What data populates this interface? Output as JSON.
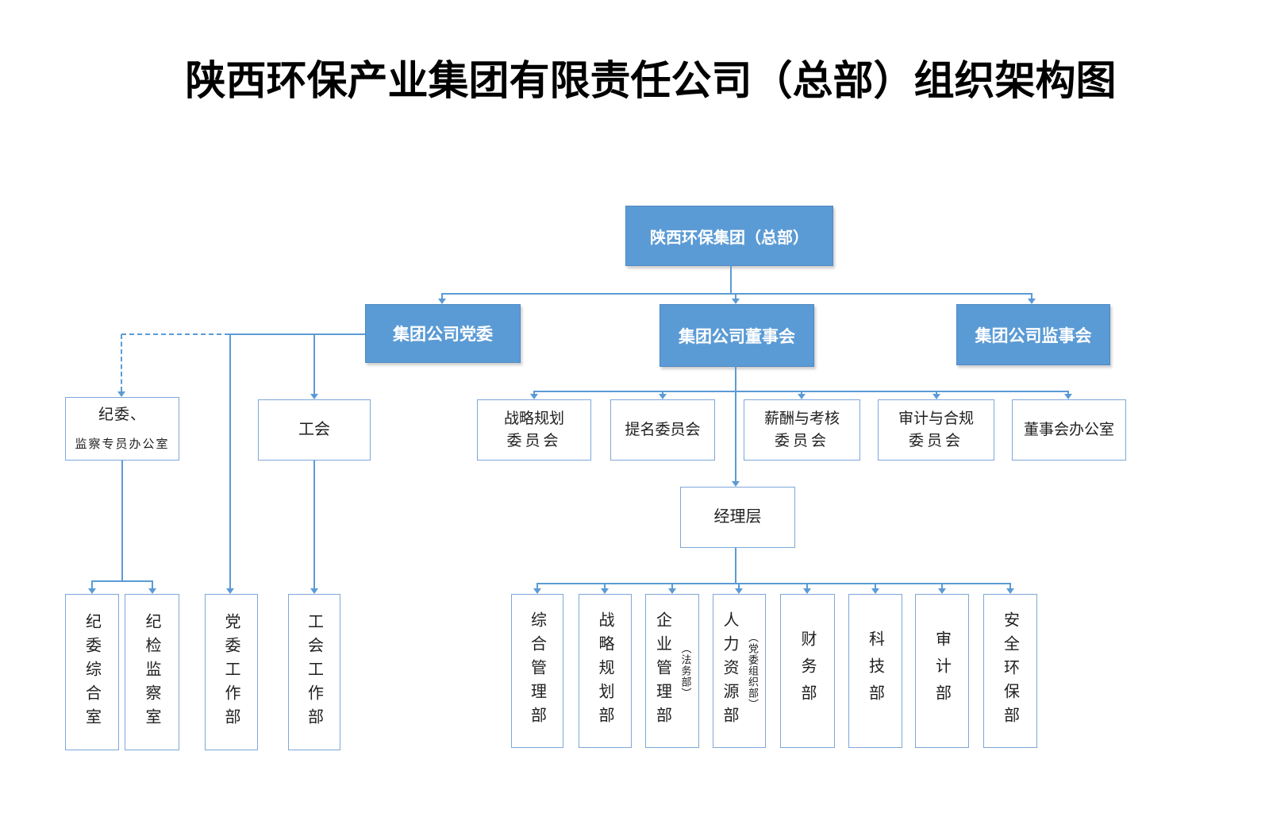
{
  "title": "陕西环保产业集团有限责任公司（总部）组织架构图",
  "colors": {
    "primary_blue": "#5b9bd5",
    "blue_box_border": "#4d89c3",
    "white_box_border": "#7ea7d8",
    "connector_line": "#5b9bd5",
    "text_dark": "#1f1f1f",
    "text_white": "#ffffff"
  },
  "org": {
    "root": {
      "label": "陕西环保集团（总部）"
    },
    "level2": [
      {
        "label": "集团公司党委"
      },
      {
        "label": "集团公司董事会"
      },
      {
        "label": "集团公司监事会"
      }
    ],
    "party_children": {
      "jiwei": {
        "line1": "纪委、",
        "line2": "监察专员办公室"
      },
      "union": {
        "label": "工会"
      }
    },
    "board_committees": [
      {
        "line1": "战略规划",
        "line2": "委员会"
      },
      {
        "line1": "提名委员会",
        "line2": ""
      },
      {
        "line1": "薪酬与考核",
        "line2": "委员会"
      },
      {
        "line1": "审计与合规",
        "line2": "委员会"
      },
      {
        "line1": "董事会办公室",
        "line2": ""
      }
    ],
    "management": {
      "label": "经理层"
    },
    "left_departments": [
      {
        "label": "纪委综合室"
      },
      {
        "label": "纪检监察室"
      },
      {
        "label": "党委工作部"
      },
      {
        "label": "工会工作部"
      }
    ],
    "departments": [
      {
        "label": "综合管理部",
        "annotation": ""
      },
      {
        "label": "战略规划部",
        "annotation": ""
      },
      {
        "label": "企业管理部",
        "annotation": "（法务部）"
      },
      {
        "label": "人力资源部",
        "annotation": "（党委组织部）"
      },
      {
        "label": "财务部",
        "annotation": ""
      },
      {
        "label": "科技部",
        "annotation": ""
      },
      {
        "label": "审计部",
        "annotation": ""
      },
      {
        "label": "安全环保部",
        "annotation": ""
      }
    ]
  }
}
